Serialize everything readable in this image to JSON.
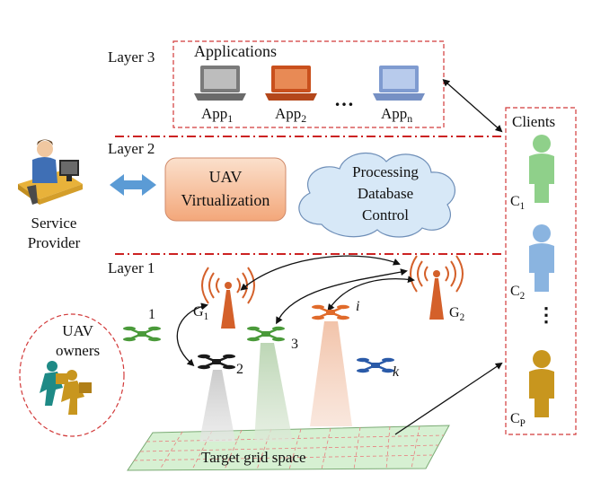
{
  "layers": {
    "layer3": "Layer 3",
    "layer2": "Layer 2",
    "layer1": "Layer 1"
  },
  "applications": {
    "title": "Applications",
    "items": [
      {
        "base": "App",
        "sub": "1",
        "color": "#8a8a8a"
      },
      {
        "base": "App",
        "sub": "2",
        "color": "#d4602a"
      },
      {
        "base": "App",
        "sub": "n",
        "color": "#8fa9d9"
      }
    ],
    "ellipsis": "…"
  },
  "service_provider": {
    "line1": "Service",
    "line2": "Provider"
  },
  "virtualization": {
    "line1": "UAV",
    "line2": "Virtualization"
  },
  "cloud": {
    "line1": "Processing",
    "line2": "Database",
    "line3": "Control"
  },
  "clients": {
    "title": "Clients",
    "items": [
      {
        "base": "C",
        "sub": "1",
        "color": "#8fd08a"
      },
      {
        "base": "C",
        "sub": "2",
        "color": "#8ab4e0"
      },
      {
        "base": "C",
        "sub": "P",
        "color": "#c8961e"
      }
    ],
    "ellipsis": "⋮"
  },
  "owners": {
    "line1": "UAV",
    "line2": "owners"
  },
  "towers": [
    {
      "base": "G",
      "sub": "1"
    },
    {
      "base": "G",
      "sub": "2"
    }
  ],
  "uavs": [
    {
      "label": "1",
      "color": "#4a9a3a"
    },
    {
      "label": "2",
      "color": "#1a1a1a"
    },
    {
      "label": "3",
      "color": "#4a9a3a"
    },
    {
      "label": "i",
      "color": "#e06a2a"
    },
    {
      "label": "k",
      "color": "#2a5aa8"
    }
  ],
  "grid_label": "Target grid space",
  "colors": {
    "separator": "#cc2222",
    "tower": "#d4602a",
    "virt_fill": "#f7c8a8",
    "cloud_fill": "#d7e8f7"
  }
}
